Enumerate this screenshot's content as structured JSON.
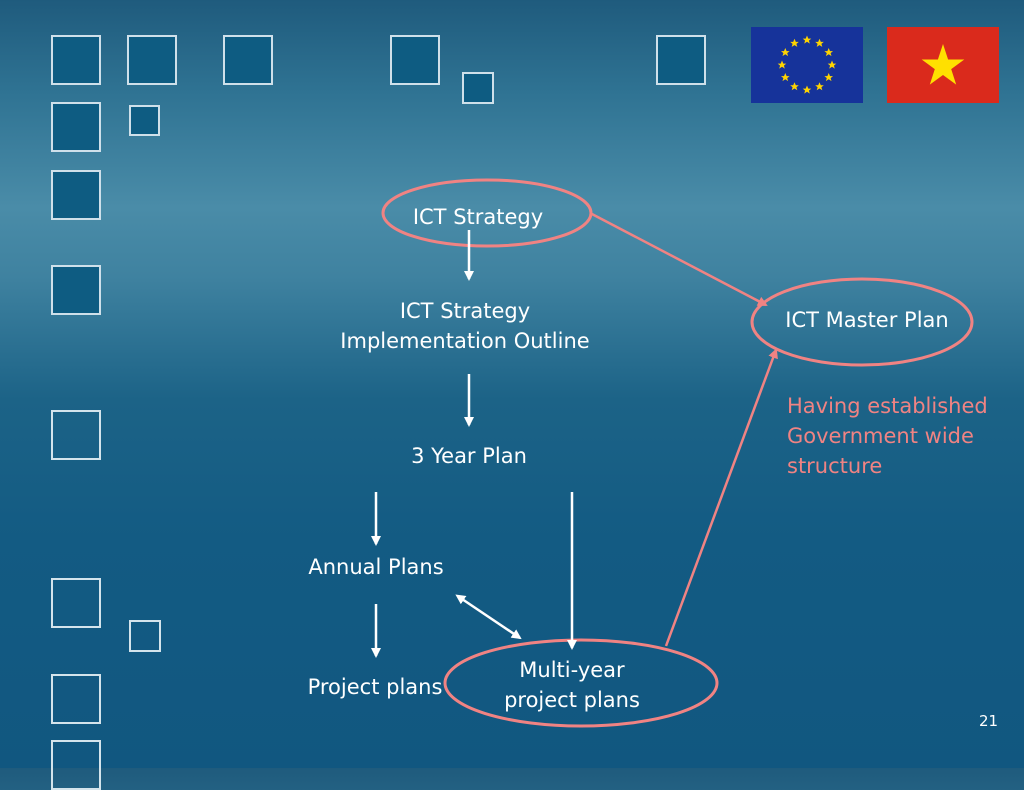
{
  "colors": {
    "accent": "#f08383",
    "text": "#ffffff"
  },
  "nodes": {
    "ict_strategy": "ICT Strategy",
    "implementation_outline_line1": "ICT Strategy",
    "implementation_outline_line2": "Implementation Outline",
    "three_year_plan": "3 Year Plan",
    "annual_plans": "Annual Plans",
    "project_plans": "Project plans",
    "multi_year_line1": "Multi-year",
    "multi_year_line2": "project plans",
    "master_plan": "ICT Master Plan"
  },
  "note": {
    "line1": "Having established",
    "line2": "Government wide",
    "line3": "structure"
  },
  "page_number": "21",
  "decorations": [
    "eu-flag-icon",
    "vietnam-flag-icon"
  ]
}
